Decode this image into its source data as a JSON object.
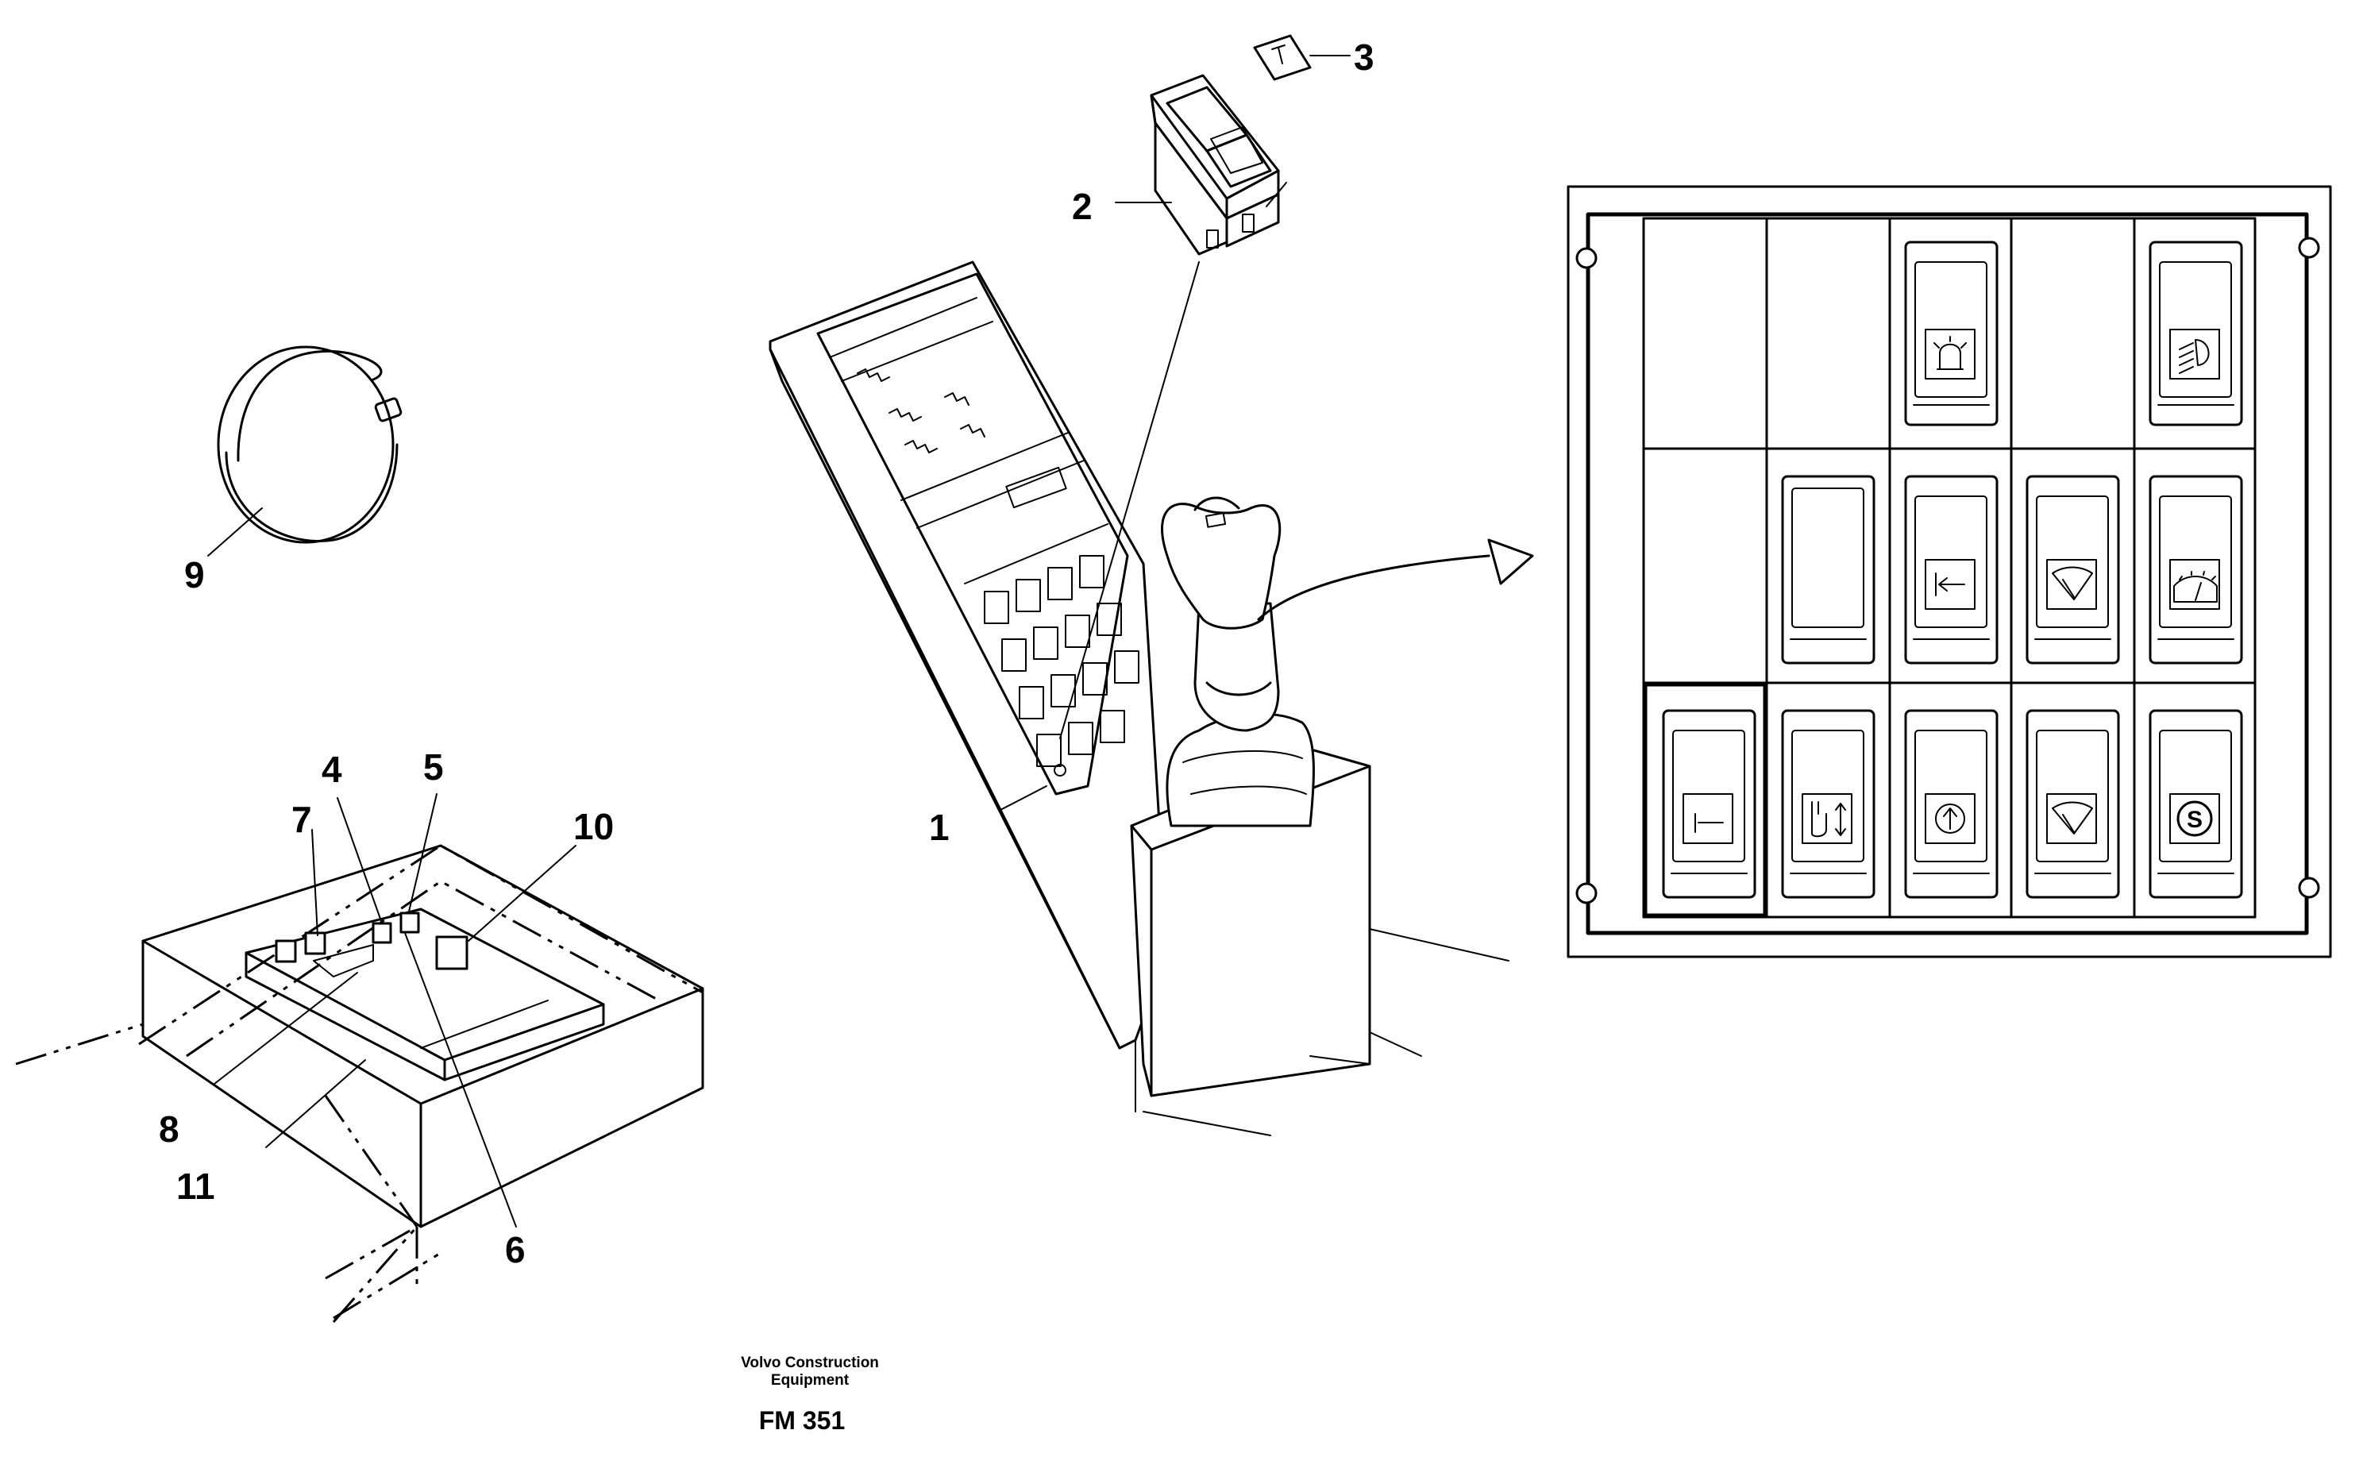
{
  "callouts": {
    "c1": "1",
    "c2": "2",
    "c3": "3",
    "c4": "4",
    "c5": "5",
    "c6": "6",
    "c7": "7",
    "c8": "8",
    "c9": "9",
    "c10": "10",
    "c11": "11"
  },
  "footer": {
    "company_line1": "Volvo Construction",
    "company_line2": "Equipment",
    "figure_code": "FM 351"
  },
  "icons": {
    "row1": [
      "empty",
      "empty",
      "rotating-beacon-icon",
      "empty",
      "work-light-icon"
    ],
    "row2": [
      "empty",
      "blank-switch",
      "arrow-left-icon",
      "wiper-icon",
      "wiper-interval-icon"
    ],
    "row3": [
      "hammer-icon",
      "quick-coupler-icon",
      "arrow-up-circle-icon",
      "wiper-icon",
      "s-circle-icon"
    ]
  }
}
